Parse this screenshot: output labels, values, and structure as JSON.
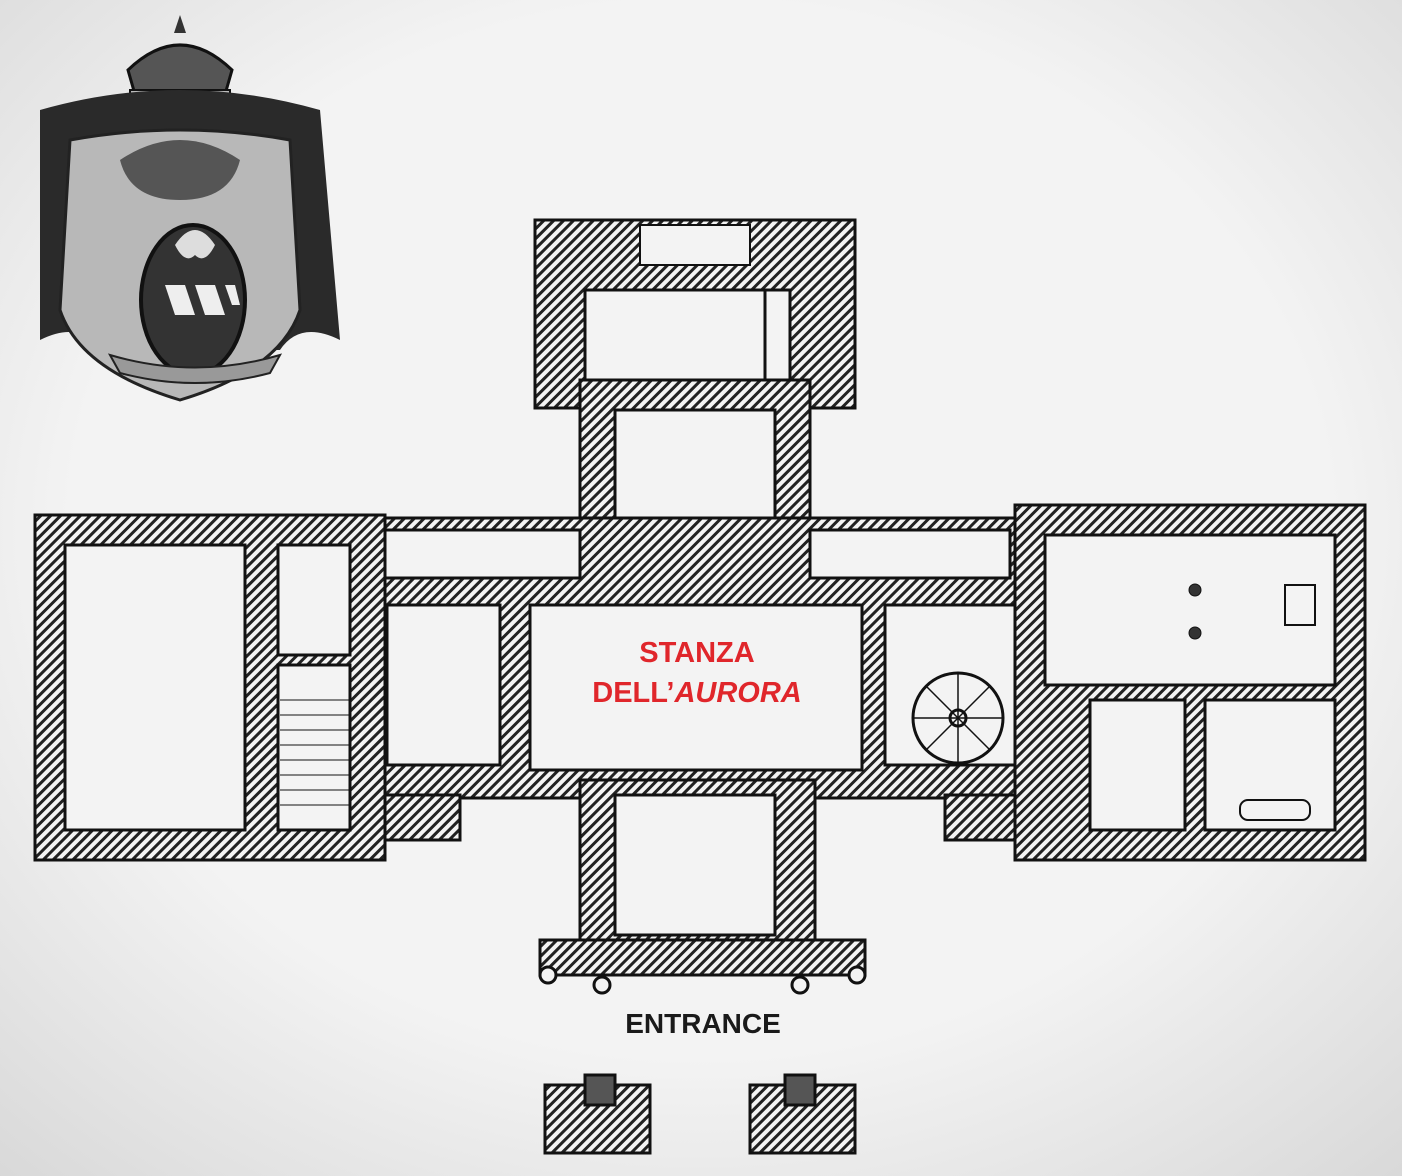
{
  "plan": {
    "room_label_line1": "STANZA",
    "room_label_line2_prefix": "DELL’",
    "room_label_line2_italic": "AURORA",
    "entrance_label": "ENTRANCE"
  },
  "colors": {
    "highlight": "#e0262b",
    "ink": "#1a1a1a",
    "paper": "#eeeeee"
  }
}
